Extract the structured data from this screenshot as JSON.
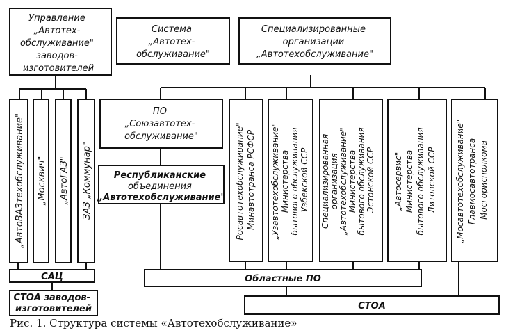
{
  "boxes": {
    "upr": [
      "Управление",
      "„Автотех-",
      "обслуживание\"",
      "заводов-",
      "изготовителей"
    ],
    "sistema": [
      "Система",
      "„Автотех-",
      "обслуживание\""
    ],
    "spec": [
      "Специализированные",
      "организации",
      "„Автотехобслуживание\""
    ],
    "avtovaz": [
      "„АвтоВАЗтехобслуживание\""
    ],
    "moskvich": [
      "„Москвич\""
    ],
    "avtogaz": [
      "„АвтоГАЗ\""
    ],
    "zaz": [
      "ЗАЗ „Коммунар\""
    ],
    "po_soyuz": [
      "ПО",
      "„Союзавтотех-",
      "обслуживание\""
    ],
    "respub": [
      "Республиканские",
      "объединения",
      "„Автотехобслуживание\""
    ],
    "rosavto": [
      "Росавтотехобслуживание\"",
      "Минавтотранса РСФСР"
    ],
    "uzavto": [
      "„Узавтотехобслуживание\"",
      "Министерства",
      "бытового обслуживания",
      "Узбекской ССР"
    ],
    "eston": [
      "Специализированная",
      "организация",
      "„Автотехобслуживание\"",
      "Министерства",
      "бытового обслуживания",
      "Эстонской ССР"
    ],
    "avtoservis": [
      "„Автосервис\"",
      "Министерства",
      "бытового обслуживания",
      "Литовской ССР"
    ],
    "mosavto": [
      "„Мосавтотехобслуживание\"",
      "Главмосавтотранса",
      "Мосгорисполкома"
    ],
    "sac": [
      "САЦ"
    ],
    "oblast": [
      "Областные  ПО"
    ],
    "stoa_zav": [
      "СТОА  заводов-",
      "изготовителей"
    ],
    "stoa": [
      "СТОА"
    ]
  },
  "caption": "Рис.  1.  Структура  системы  «Автотехобслуживание»"
}
